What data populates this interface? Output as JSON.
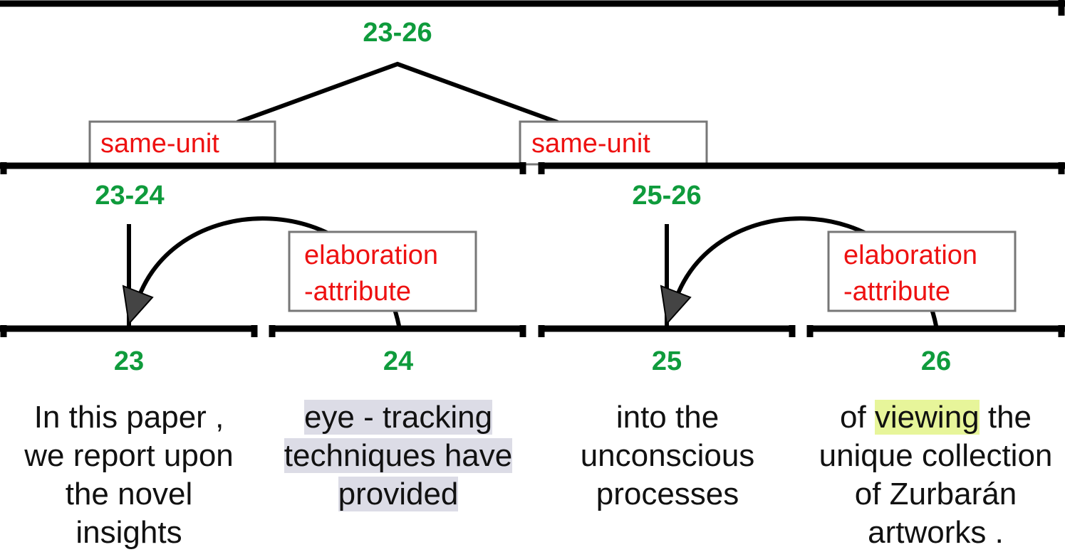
{
  "nodes": {
    "root": {
      "span": "23-26"
    },
    "left": {
      "span": "23-24"
    },
    "right": {
      "span": "25-26"
    },
    "leaves": [
      {
        "span": "23"
      },
      {
        "span": "24"
      },
      {
        "span": "25"
      },
      {
        "span": "26"
      }
    ]
  },
  "relations": {
    "root_left": "same-unit",
    "root_right": "same-unit",
    "left_relation": {
      "line1": "elaboration",
      "line2": "-attribute"
    },
    "right_relation": {
      "line1": "elaboration",
      "line2": "-attribute"
    }
  },
  "texts": {
    "leaf23": {
      "l1": "In this paper ,",
      "l2": "we report upon",
      "l3": "the novel",
      "l4": "insights"
    },
    "leaf24": {
      "l1": "eye - tracking",
      "l2": "techniques have",
      "l3": "provided"
    },
    "leaf25": {
      "l1": "into the",
      "l2": "unconscious",
      "l3": "processes"
    },
    "leaf26": {
      "l1_pre": "of ",
      "l1_hl": "viewing",
      "l1_post": " the",
      "l2": "unique collection",
      "l3": "of Zurbarán",
      "l4": "artworks ."
    }
  },
  "colors": {
    "span_label": "#0f9b3c",
    "relation_label": "#ee1111",
    "highlight_gray": "#dcdce6",
    "highlight_yellow": "#e7f59a"
  }
}
